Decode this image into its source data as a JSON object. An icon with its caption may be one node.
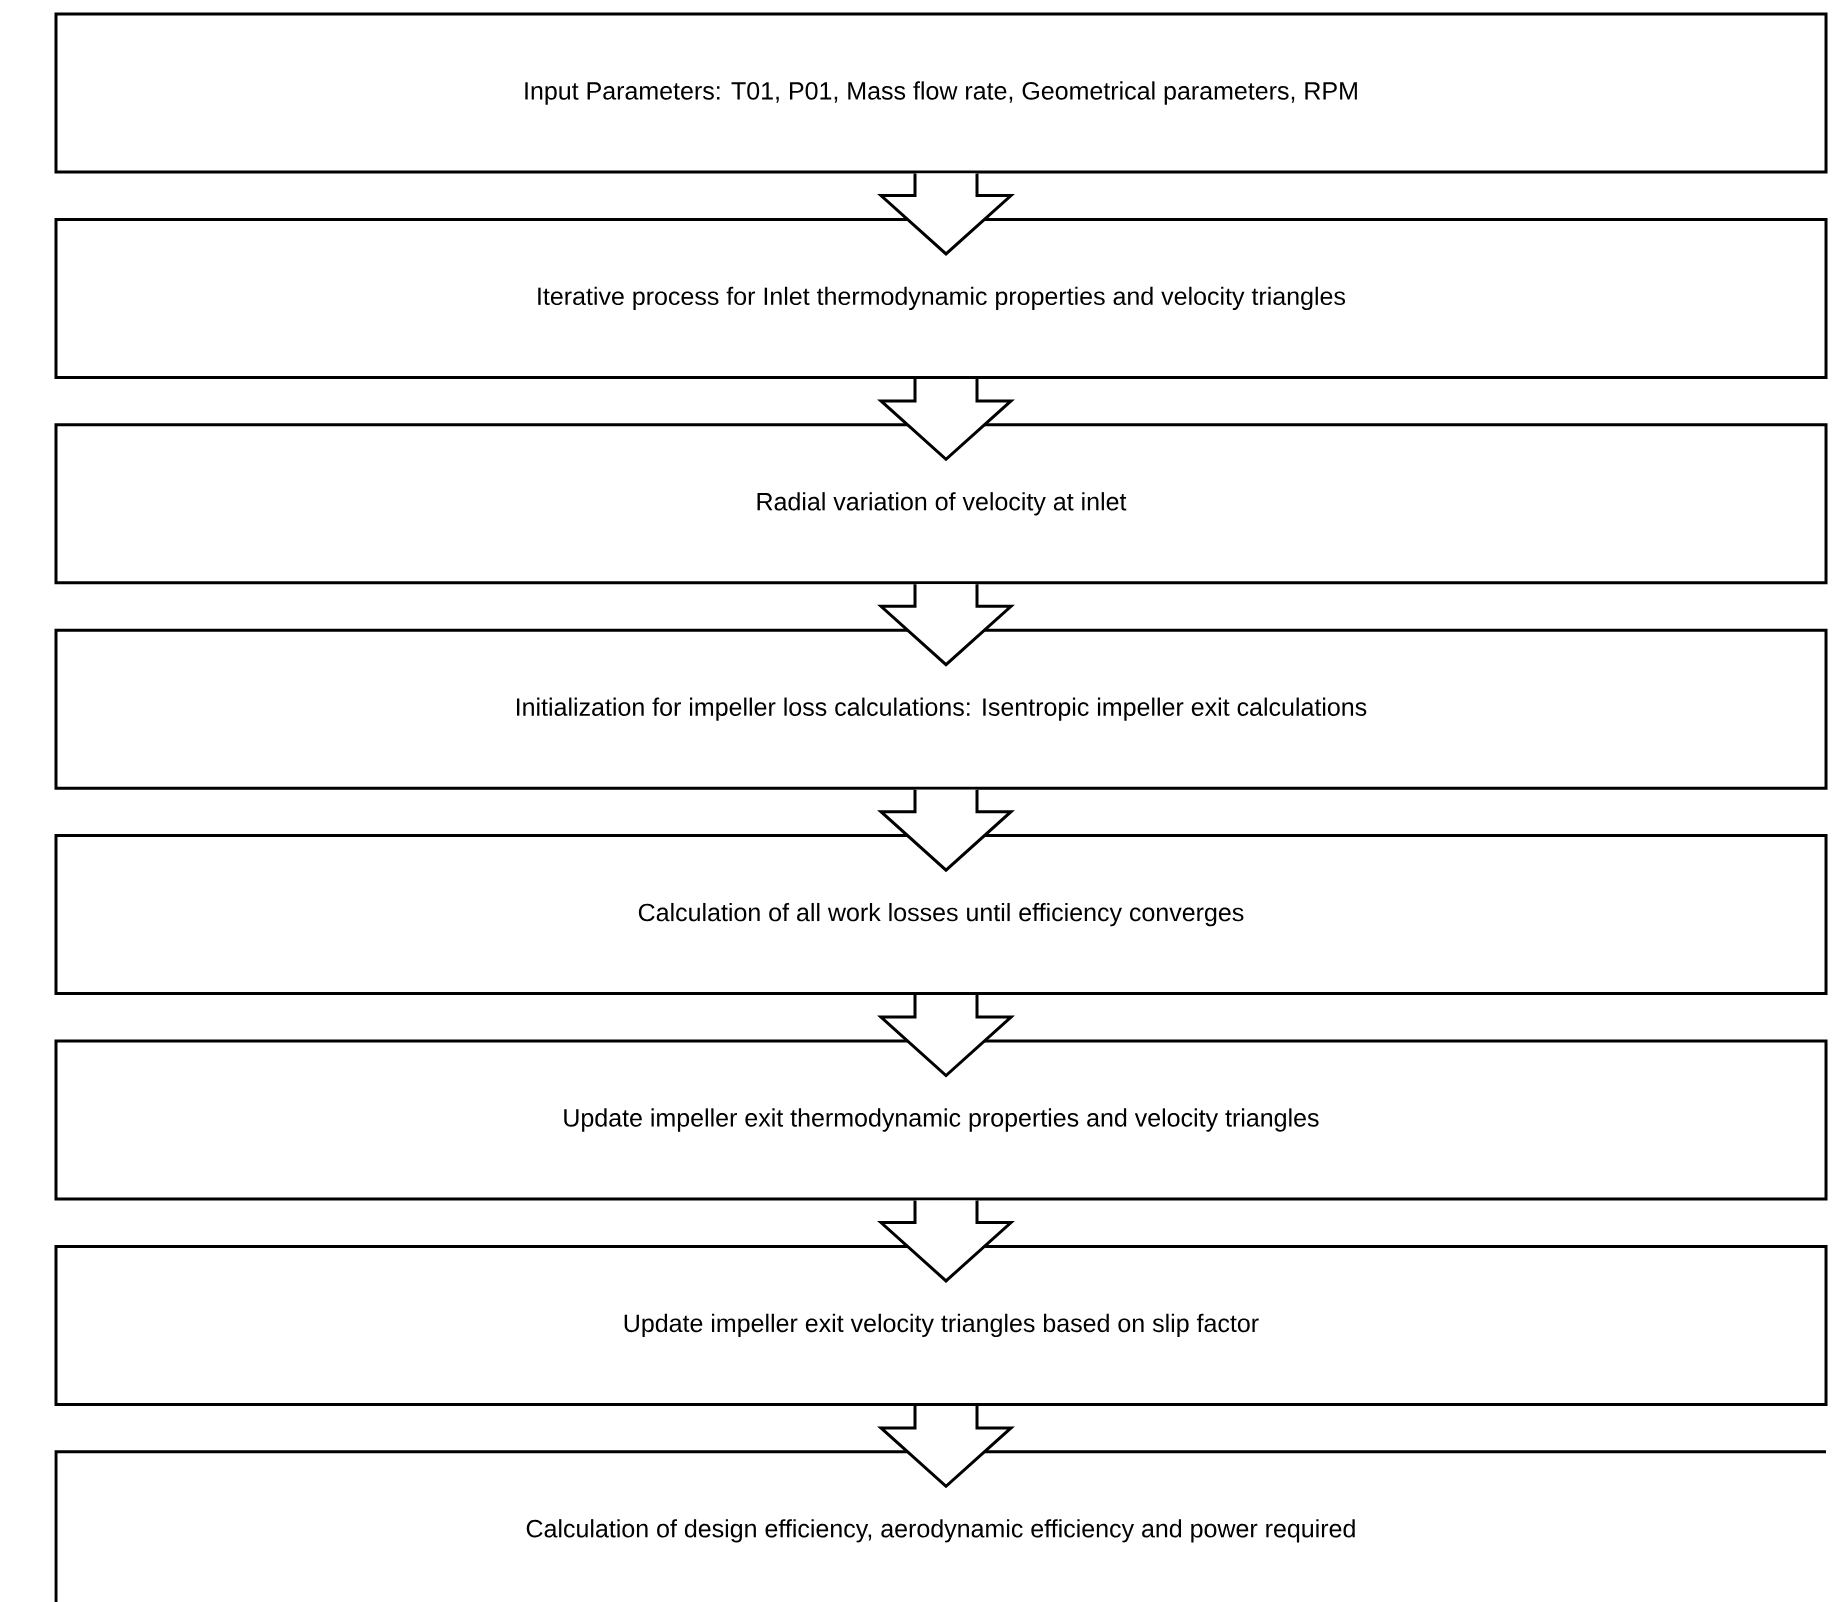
{
  "diagram": {
    "nodes": [
      {
        "text": [
          "Input Parameters: T01, P01, Mass flow rate, Geometrical parameters, RPM"
        ]
      },
      {
        "text": [
          "Iterative process for Inlet thermodynamic properties and velocity triangles"
        ]
      },
      {
        "text": [
          "Radial variation of velocity at inlet"
        ]
      },
      {
        "text": [
          "Initialization for impeller loss calculations: Isentropic impeller exit calculations"
        ]
      },
      {
        "text": [
          "Calculation of all work losses until efficiency converges"
        ]
      },
      {
        "text": [
          "Update impeller exit thermodynamic properties and velocity triangles"
        ]
      },
      {
        "text": [
          "Update impeller exit velocity triangles based on slip factor"
        ]
      },
      {
        "text": [
          "Calculation of design efficiency, aerodynamic efficiency and power required"
        ]
      }
    ],
    "edges": [
      {
        "from": 0,
        "to": 1,
        "arrow": "to"
      },
      {
        "from": 1,
        "to": 2,
        "arrow": "to"
      },
      {
        "from": 2,
        "to": 3,
        "arrow": "to"
      },
      {
        "from": 3,
        "to": 4,
        "arrow": "to"
      },
      {
        "from": 4,
        "to": 5,
        "arrow": "to"
      },
      {
        "from": 5,
        "to": 6,
        "arrow": "to"
      },
      {
        "from": 6,
        "to": 7,
        "arrow": "to"
      }
    ]
  }
}
